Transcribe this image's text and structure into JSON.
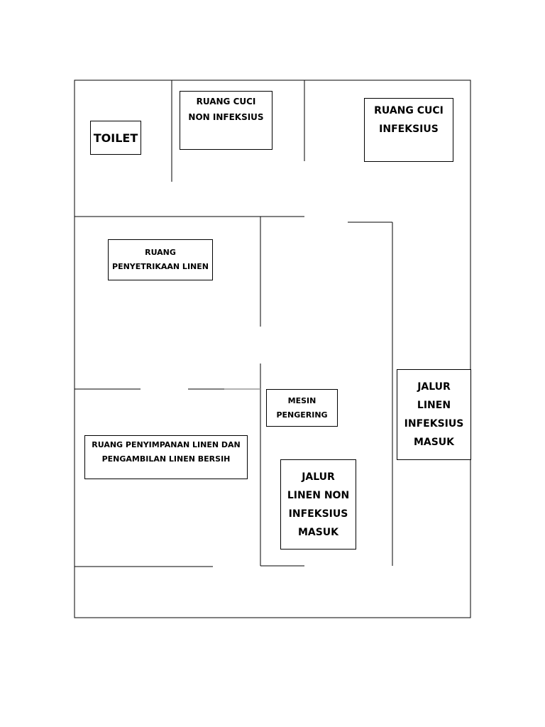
{
  "rooms": {
    "toilet": [
      "TOILET"
    ],
    "ruang_cuci_non_infeksius": [
      "RUANG CUCI",
      "NON INFEKSIUS"
    ],
    "ruang_cuci_infeksius": [
      "RUANG CUCI",
      "INFEKSIUS"
    ],
    "ruang_penyetrikaan": [
      "RUANG",
      "PENYETRIKAAN LINEN"
    ],
    "ruang_penyimpanan": [
      "RUANG PENYIMPANAN LINEN DAN",
      "PENGAMBILAN LINEN BERSIH"
    ],
    "mesin_pengering": [
      "MESIN",
      "PENGERING"
    ],
    "jalur_non_infeksius": [
      "JALUR",
      "LINEN NON",
      "INFEKSIUS",
      "MASUK"
    ],
    "jalur_infeksius": [
      "JALUR",
      "LINEN",
      "INFEKSIUS",
      "MASUK"
    ]
  },
  "colors": {
    "line": "#000000",
    "background": "#ffffff",
    "faded_line": "#999999"
  }
}
